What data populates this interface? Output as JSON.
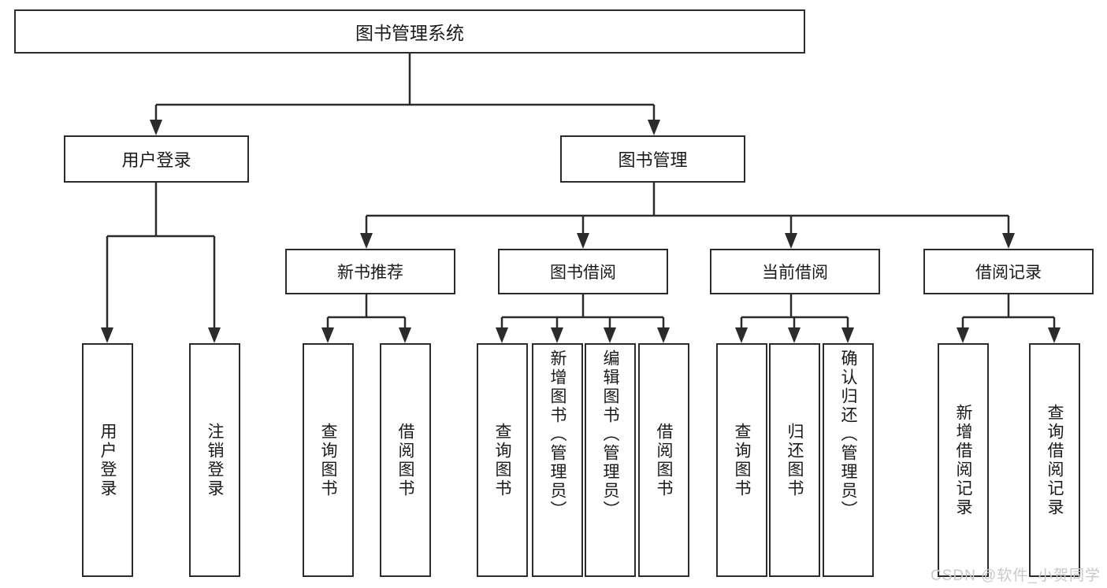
{
  "diagram": {
    "title": "图书管理系统",
    "root": {
      "id": "root",
      "label": "图书管理系统"
    },
    "level1": [
      {
        "id": "user-login",
        "label": "用户登录"
      },
      {
        "id": "book-management",
        "label": "图书管理"
      }
    ],
    "level2": [
      {
        "id": "new-book-recommend",
        "label": "新书推荐"
      },
      {
        "id": "book-borrow",
        "label": "图书借阅"
      },
      {
        "id": "current-borrow",
        "label": "当前借阅"
      },
      {
        "id": "borrow-record",
        "label": "借阅记录"
      }
    ],
    "leaves": [
      {
        "id": "leaf-user-login",
        "label": "用户登录",
        "parent": "user-login"
      },
      {
        "id": "leaf-logout",
        "label": "注销登录",
        "parent": "user-login"
      },
      {
        "id": "leaf-query-book-1",
        "label": "查询图书",
        "parent": "new-book-recommend"
      },
      {
        "id": "leaf-borrow-book-1",
        "label": "借阅图书",
        "parent": "new-book-recommend"
      },
      {
        "id": "leaf-query-book-2",
        "label": "查询图书",
        "parent": "book-borrow"
      },
      {
        "id": "leaf-add-book",
        "label": "新增图书（管理员）",
        "parent": "book-borrow"
      },
      {
        "id": "leaf-edit-book",
        "label": "编辑图书（管理员）",
        "parent": "book-borrow"
      },
      {
        "id": "leaf-borrow-book-2",
        "label": "借阅图书",
        "parent": "book-borrow"
      },
      {
        "id": "leaf-query-book-3",
        "label": "查询图书",
        "parent": "current-borrow"
      },
      {
        "id": "leaf-return-book",
        "label": "归还图书",
        "parent": "current-borrow"
      },
      {
        "id": "leaf-confirm-return",
        "label": "确认归还（管理员）",
        "parent": "current-borrow"
      },
      {
        "id": "leaf-add-record",
        "label": "新增借阅记录",
        "parent": "borrow-record"
      },
      {
        "id": "leaf-query-record",
        "label": "查询借阅记录",
        "parent": "borrow-record"
      }
    ],
    "watermark": "CSDN @软件_小贺同学",
    "colors": {
      "stroke": "#2b2b2b",
      "background": "#ffffff",
      "text": "#1a1a1a",
      "watermark": "#c9c9c9"
    }
  }
}
